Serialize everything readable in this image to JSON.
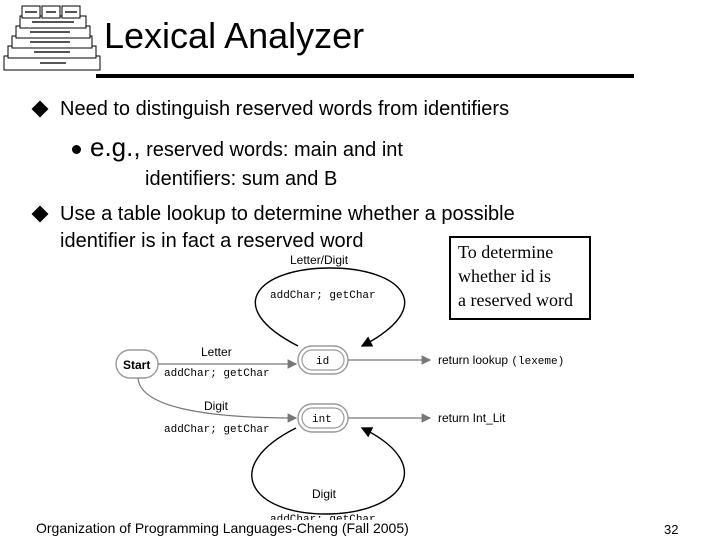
{
  "slide": {
    "title": "Lexical Analyzer",
    "page_number": "32",
    "footer": "Organization of Programming Languages-Cheng (Fall 2005)"
  },
  "logo": {
    "icon": "layered-language-pyramid-icon",
    "layers": [
      "",
      "",
      "",
      "",
      "",
      ""
    ]
  },
  "bullets": [
    {
      "text": "Need to distinguish reserved words from identifiers"
    },
    {
      "text_line1": "Use a table lookup to determine whether a possible",
      "text_line2": "identifier is in fact a reserved word"
    }
  ],
  "sub_bullet": {
    "eg": "e.g.,",
    "line1": " reserved words: main and int",
    "line2": "identifiers: sum and B"
  },
  "callout": {
    "line1": "To determine",
    "line2": "whether id is",
    "line3": "a reserved word"
  },
  "diagram": {
    "states": {
      "start": "Start",
      "id": "id",
      "int": "int"
    },
    "edges": {
      "letter_digit_loop": "Letter/Digit",
      "letter_digit_action": "addChar; getChar",
      "start_to_id": "Letter",
      "start_to_id_action": "addChar; getChar",
      "start_to_int": "Digit",
      "start_to_int_action": "addChar; getChar",
      "digit_loop": "Digit",
      "digit_loop_action": "addChar; getChar"
    },
    "returns": {
      "id_return": "return lookup",
      "id_return_arg": "(lexeme)",
      "int_return": "return Int_Lit"
    }
  },
  "colors": {
    "accent": "#000000",
    "background": "#ffffff"
  }
}
